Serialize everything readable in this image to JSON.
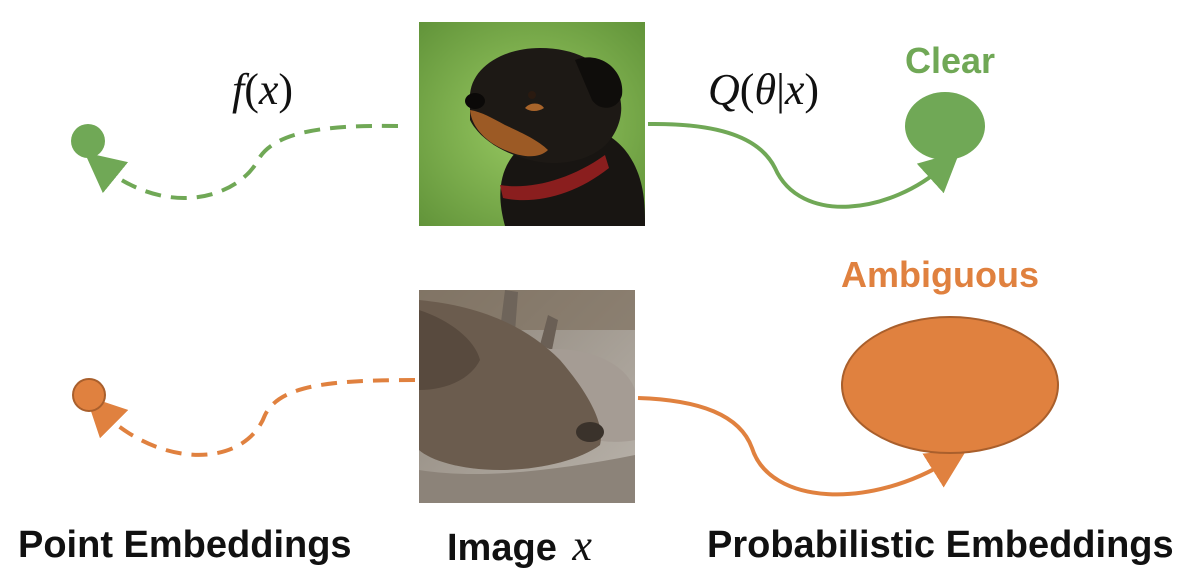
{
  "colors": {
    "green": "#70a856",
    "orange": "#e0813f",
    "orange_stroke": "#a95f2c"
  },
  "top_row": {
    "formula_left": {
      "f": "f",
      "x": "x"
    },
    "formula_right": {
      "Q": "Q",
      "theta": "θ",
      "bar": "|",
      "x": "x"
    },
    "label": "Clear",
    "image_icon": "dog-photo"
  },
  "bottom_row": {
    "label": "Ambiguous",
    "image_icon": "donkey-photo"
  },
  "captions": {
    "point": "Point Embeddings",
    "image": "Image",
    "image_var": "x",
    "probabilistic": "Probabilistic Embeddings"
  }
}
